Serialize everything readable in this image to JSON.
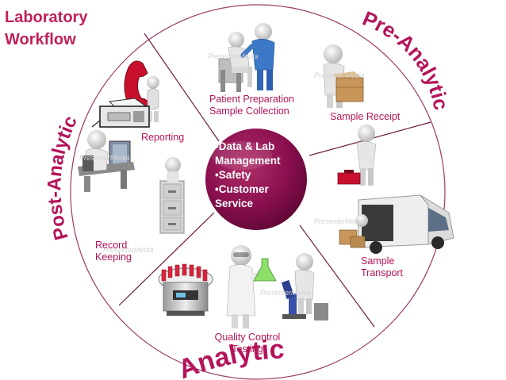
{
  "title": {
    "line1": "Laboratory",
    "line2": "Workflow"
  },
  "phases": {
    "pre": "Pre-Analytic",
    "post": "Post-Analytic",
    "analytic": "Analytic"
  },
  "center": {
    "item1": "•Data & Lab",
    "item2": "Management",
    "item3": "•Safety",
    "item4": "•Customer",
    "item5": "Service"
  },
  "labels": {
    "patient_1": "Patient Preparation",
    "patient_2": "Sample Collection",
    "receipt": "Sample Receipt",
    "transport_1": "Sample",
    "transport_2": "Transport",
    "qc_1": "Quality Control",
    "qc_2": "Testing",
    "record_1": "Record",
    "record_2": "Keeping",
    "reporting": "Reporting"
  },
  "watermark": "PresenterMedia",
  "colors": {
    "accent": "#b4145a",
    "title": "#c0205a",
    "center_fill": "#8a0f4e",
    "divider": "#9b3a6a"
  },
  "icons": [
    "telephone-icon",
    "fax-machine-icon",
    "computer-workstation-icon",
    "file-cabinet-icon",
    "doctor-patient-icon",
    "box-carrier-icon",
    "toolbox-figure-icon",
    "delivery-van-icon",
    "centrifuge-icon",
    "scientist-flask-icon",
    "microscope-icon"
  ]
}
